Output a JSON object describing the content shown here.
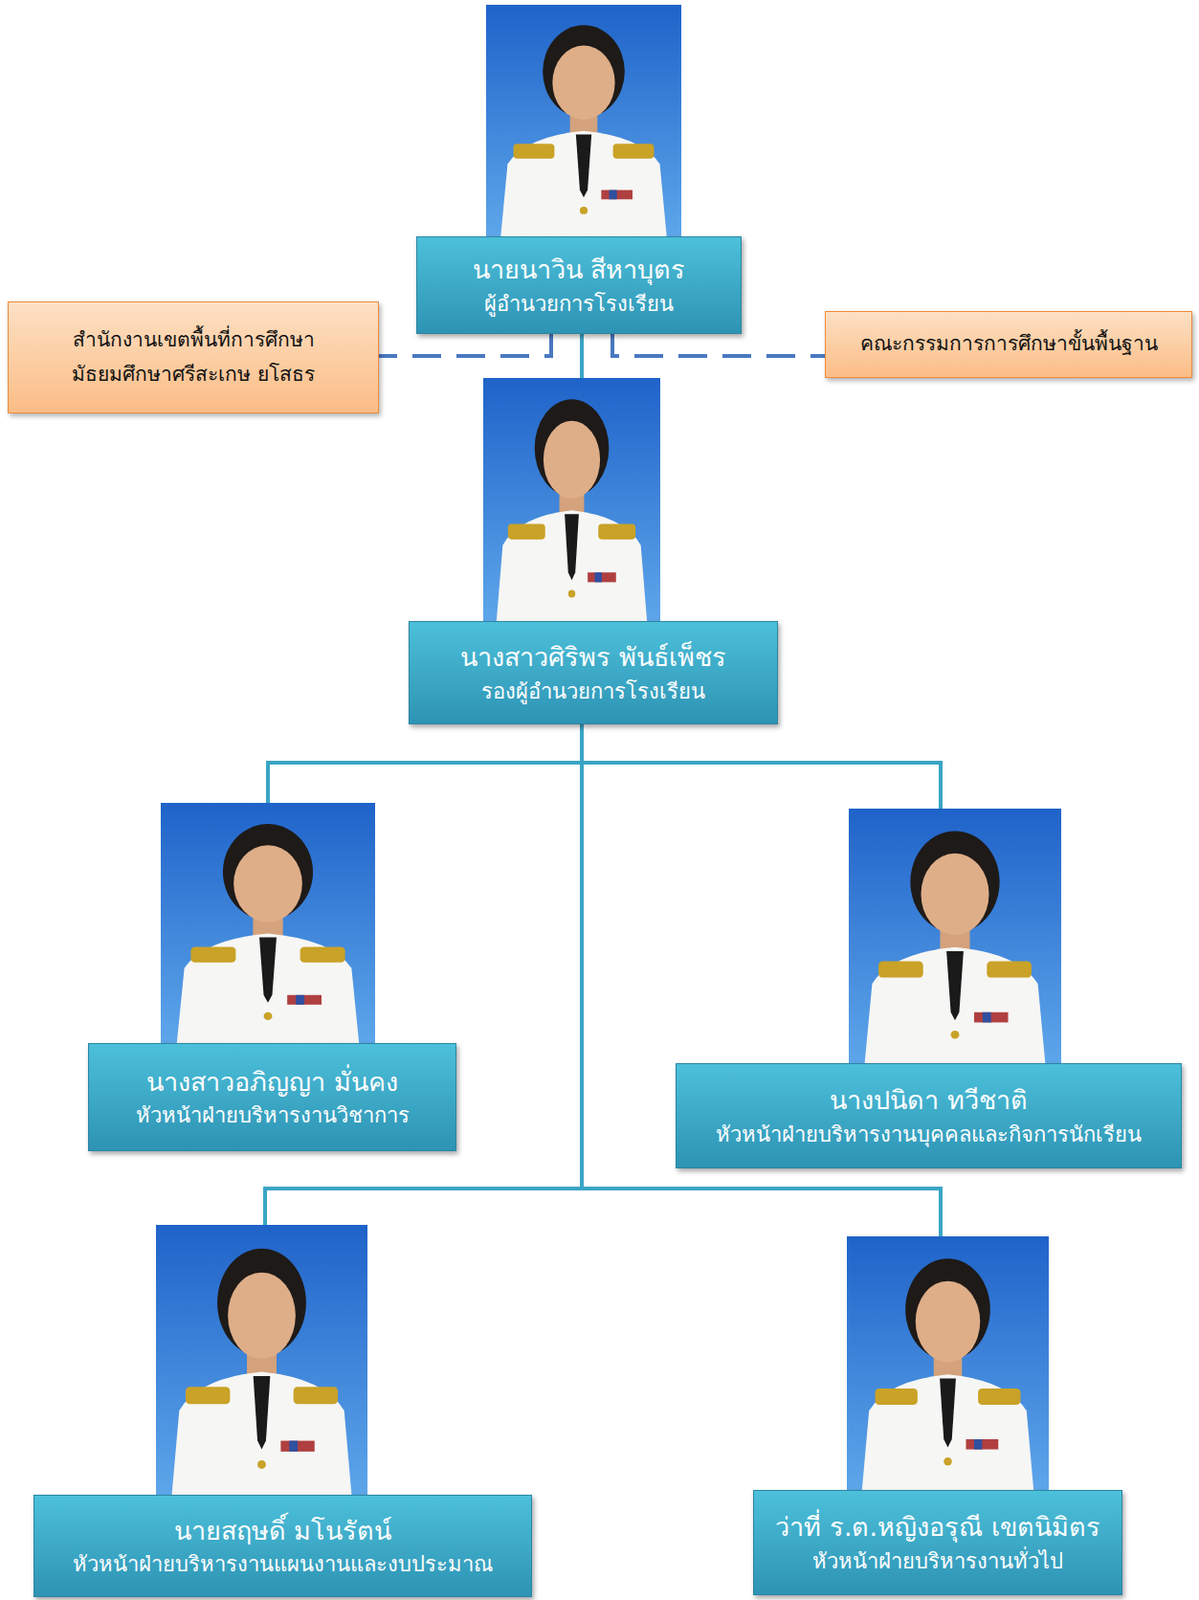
{
  "diagram": {
    "nodes": [
      {
        "text": [
          "นายนาวิน สีหาบุตร",
          "ผู้อำนวยการโรงเรียน"
        ]
      },
      {
        "text": [
          "สำนักงานเขตพื้นที่การศึกษา มัธยมศึกษาศรีสะเกษ ยโสธร"
        ]
      },
      {
        "text": [
          "คณะกรรมการการศึกษาขั้นพื้นฐาน"
        ]
      },
      {
        "text": [
          "นางสาวศิริพร พันธ์เพ็ชร",
          "รองผู้อำนวยการโรงเรียน"
        ]
      },
      {
        "text": [
          "นางสาวอภิญญา มั่นคง",
          "หัวหน้าฝ่ายบริหารงานวิชาการ"
        ]
      },
      {
        "text": [
          "นางปนิดา ทวีชาติ",
          "หัวหน้าฝ่ายบริหารงานบุคคลและกิจการนักเรียน"
        ]
      },
      {
        "text": [
          "นายสฤษดิ์ มโนรัตน์",
          "หัวหน้าฝ่ายบริหารงานแผนงานและงบประมาณ"
        ]
      },
      {
        "text": [
          "ว่าที่ ร.ต.หญิงอรุณี เขตนิมิตร",
          "หัวหน้าฝ่ายบริหารงานทั่วไป"
        ]
      }
    ],
    "edges": [
      {
        "from": 0,
        "to": 1,
        "arrow": "none"
      },
      {
        "from": 0,
        "to": 2,
        "arrow": "none"
      },
      {
        "from": 0,
        "to": 3,
        "arrow": "none"
      },
      {
        "from": 3,
        "to": 4,
        "arrow": "none"
      },
      {
        "from": 3,
        "to": 5,
        "arrow": "none"
      },
      {
        "from": 3,
        "to": 6,
        "arrow": "none"
      },
      {
        "from": 3,
        "to": 7,
        "arrow": "none"
      }
    ]
  }
}
